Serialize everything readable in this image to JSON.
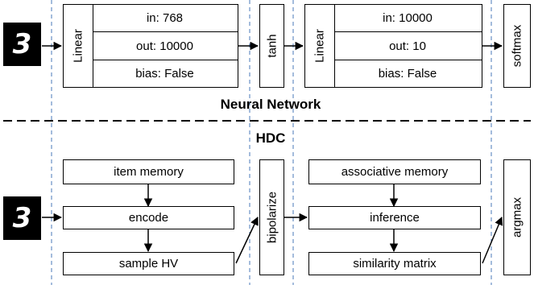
{
  "input_digit": "3",
  "nn": {
    "title": "Neural Network",
    "linear1": {
      "label": "Linear",
      "in": "in: 768",
      "out": "out: 10000",
      "bias": "bias: False"
    },
    "activation": "tanh",
    "linear2": {
      "label": "Linear",
      "in": "in: 10000",
      "out": "out: 10",
      "bias": "bias: False"
    },
    "output": "softmax"
  },
  "hdc": {
    "title": "HDC",
    "item_memory": "item memory",
    "encode": "encode",
    "sample_hv": "sample HV",
    "bipolarize": "bipolarize",
    "associative_memory": "associative memory",
    "inference": "inference",
    "similarity_matrix": "similarity matrix",
    "output": "argmax"
  }
}
